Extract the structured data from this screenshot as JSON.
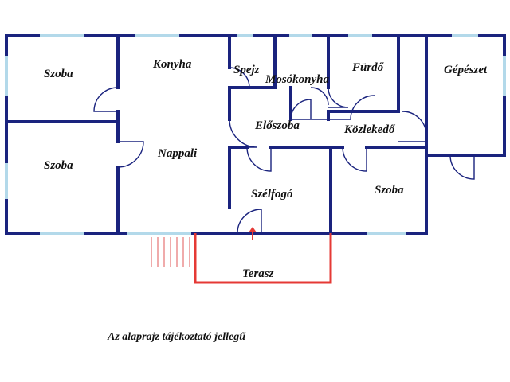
{
  "rooms": {
    "szoba_1": "Szoba",
    "szoba_2": "Szoba",
    "konyha": "Konyha",
    "nappali": "Nappali",
    "spejz": "Spejz",
    "mosokonyha": "Mosókonyha",
    "furdo": "Fürdő",
    "gepeszet": "Gépészet",
    "eloszoba": "Előszoba",
    "kozlekedo": "Közlekedő",
    "szelfogo": "Szélfogó",
    "szoba_3": "Szoba",
    "terasz": "Terasz"
  },
  "note": "Az alaprajz tájékoztató jellegű",
  "colors": {
    "walls": "#1a237e",
    "windows": "#b3d9ea",
    "terrace": "#e53935"
  }
}
